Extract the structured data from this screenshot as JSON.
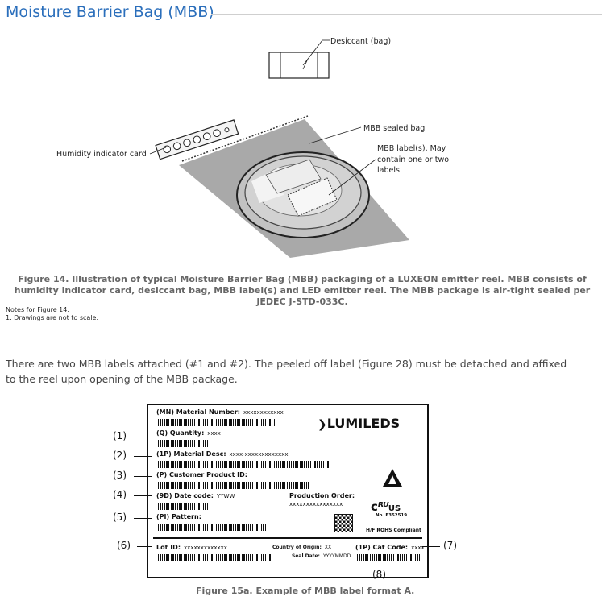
{
  "page": {
    "title": "Moisture Barrier Bag (MBB)"
  },
  "figure14": {
    "callouts": {
      "desiccant": "Desiccant (bag)",
      "sealed_bag": "MBB sealed bag",
      "labels_line1": "MBB label(s). May",
      "labels_line2": "contain one or two",
      "labels_line3": "labels",
      "humidity_card": "Humidity indicator card"
    },
    "caption": "Figure 14. Illustration of typical Moisture Barrier Bag (MBB) packaging of a LUXEON emitter reel. MBB consists of humidity indicator card, desiccant bag, MBB label(s) and LED emitter reel. The MBB package is air-tight sealed per JEDEC J-STD-033C.",
    "notes_title": "Notes for Figure 14:",
    "notes": [
      "1.  Drawings are not to scale."
    ]
  },
  "body_text": "There are two MBB labels attached (#1 and #2). The peeled off label (Figure 28) must be detached and affixed to the reel upon opening of the MBB package.",
  "figure15a": {
    "brand": "LUMILEDS",
    "fields": {
      "mn_label": "(MN) Material Number:",
      "mn_value": "xxxxxxxxxxxx",
      "q_label": "(Q) Quantity:",
      "q_value": "xxxx",
      "p1_label": "(1P) Material Desc:",
      "p1_value": "xxxx-xxxxxxxxxxxxx",
      "p_label": "(P) Customer Product ID:",
      "d_label": "(9D) Date code:",
      "d_value": "YYWW",
      "prod_label": "Production Order:",
      "prod_value": "xxxxxxxxxxxxxxxx",
      "pi_label": "(PI) Pattern:",
      "lot_label": "Lot ID:",
      "lot_value": "xxxxxxxxxxxxx",
      "origin_label": "Country of Origin:",
      "origin_value": "XX",
      "seal_label": "Seal Date:",
      "seal_value": "YYYYMMDD",
      "cat_label": "(1P) Cat Code:",
      "cat_value": "xxxx",
      "ul_no": "No. E352519",
      "rohs": "H/F ROHS Compliant",
      "ul_c": "c",
      "ul_us": "US"
    },
    "callout_numbers": [
      "(1)",
      "(2)",
      "(3)",
      "(4)",
      "(5)",
      "(6)",
      "(7)",
      "(8)"
    ],
    "caption": "Figure 15a. Example of MBB label format A."
  }
}
